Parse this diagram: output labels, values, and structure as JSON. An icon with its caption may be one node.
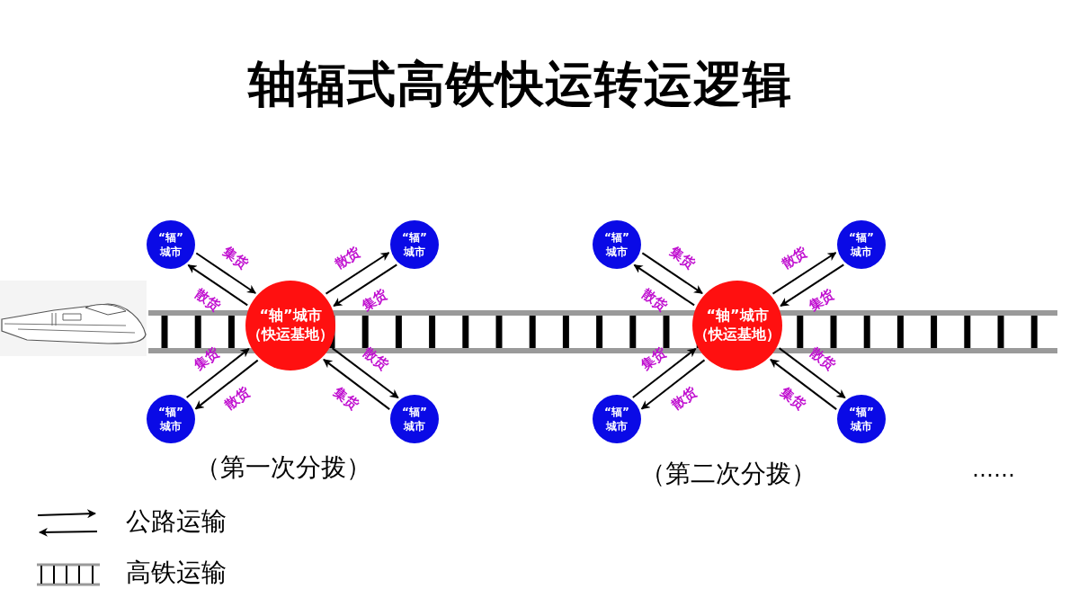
{
  "diagram": {
    "title": "轴辐式高铁快运转运逻辑",
    "nodes": [
      {
        "text": [
          "“轴”城市",
          "（快运基地）"
        ]
      },
      {
        "text": [
          "“辐”城市"
        ]
      },
      {
        "text": [
          "“辐”城市"
        ]
      },
      {
        "text": [
          "“辐”城市"
        ]
      },
      {
        "text": [
          "“辐”城市"
        ]
      },
      {
        "text": [
          "“轴”城市",
          "（快运基地）"
        ]
      },
      {
        "text": [
          "“辐”城市"
        ]
      },
      {
        "text": [
          "“辐”城市"
        ]
      },
      {
        "text": [
          "“辐”城市"
        ]
      },
      {
        "text": [
          "“辐”城市"
        ]
      }
    ],
    "edges": [
      {
        "from": 1,
        "to": 0,
        "arrow": "to",
        "label": "集货"
      },
      {
        "from": 0,
        "to": 1,
        "arrow": "to",
        "label": "散货"
      },
      {
        "from": 0,
        "to": 2,
        "arrow": "to",
        "label": "散货"
      },
      {
        "from": 2,
        "to": 0,
        "arrow": "to",
        "label": "集货"
      },
      {
        "from": 3,
        "to": 0,
        "arrow": "to",
        "label": "集货"
      },
      {
        "from": 0,
        "to": 3,
        "arrow": "to",
        "label": "散货"
      },
      {
        "from": 0,
        "to": 4,
        "arrow": "to",
        "label": "散货"
      },
      {
        "from": 4,
        "to": 0,
        "arrow": "to",
        "label": "集货"
      },
      {
        "from": 6,
        "to": 5,
        "arrow": "to",
        "label": "集货"
      },
      {
        "from": 5,
        "to": 6,
        "arrow": "to",
        "label": "散货"
      },
      {
        "from": 5,
        "to": 7,
        "arrow": "to",
        "label": "散货"
      },
      {
        "from": 7,
        "to": 5,
        "arrow": "to",
        "label": "集货"
      },
      {
        "from": 8,
        "to": 5,
        "arrow": "to",
        "label": "集货"
      },
      {
        "from": 5,
        "to": 8,
        "arrow": "to",
        "label": "散货"
      },
      {
        "from": 5,
        "to": 9,
        "arrow": "to",
        "label": "散货"
      },
      {
        "from": 9,
        "to": 5,
        "arrow": "to",
        "label": "集货"
      }
    ],
    "labels": [
      "（第一次分拨）",
      "（第二次分拨）",
      "……"
    ],
    "legend": [
      {
        "text": "公路运输"
      },
      {
        "text": "高铁运输"
      }
    ]
  }
}
